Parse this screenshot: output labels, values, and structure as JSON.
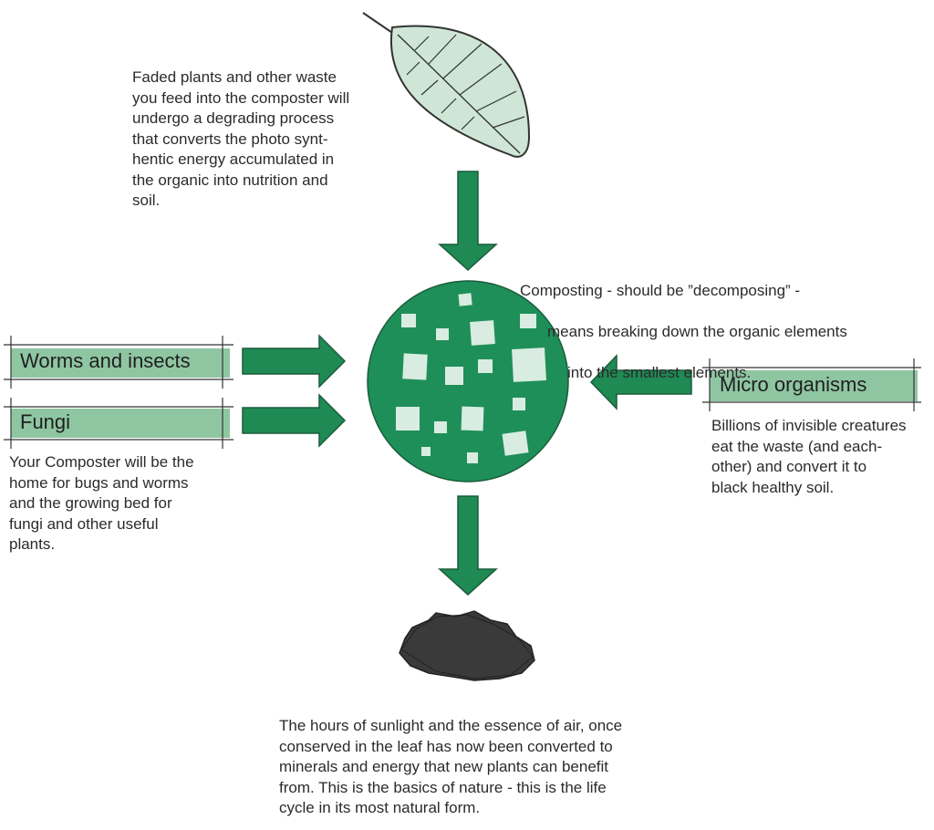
{
  "labels": {
    "worms": "Worms and insects",
    "fungi": "Fungi",
    "micro": "Micro organisms"
  },
  "texts": {
    "leaf": "Faded plants and other waste\nyou feed into the composter will\nundergo a degrading process\nthat converts the photo synt-\nhentic energy accumulated in\nthe organic into nutrition and\nsoil.",
    "composting_line1": "Composting - should be ”decomposing” -",
    "composting_line2": "means breaking down the organic elements",
    "composting_line3": "into the smallest elements.",
    "composter_home": "Your Composter will be the\nhome for bugs and worms\nand the growing bed for\nfungi and other useful\nplants.",
    "microbes": "Billions of invisible creatures\neat the waste (and each-\nother) and convert it to\nblack healthy soil.",
    "soil": "The hours of sunlight and the essence of air, once\nconserved in the leaf has now been converted to\nminerals and energy that new plants can benefit\nfrom. This is the basics of nature - this is the life\ncycle in its most natural form."
  },
  "colors": {
    "arrow_green": "#1f8a54",
    "circle_green": "#1e8f58",
    "leaf_fill": "#cfe6d6",
    "label_band": "#8fc6a2",
    "square_fill": "#d9ece1",
    "soil_fill": "#3a3a3a"
  },
  "icons": {
    "leaf": "leaf-icon",
    "compost": "compost-ball-icon",
    "soil": "soil-lump-icon"
  }
}
